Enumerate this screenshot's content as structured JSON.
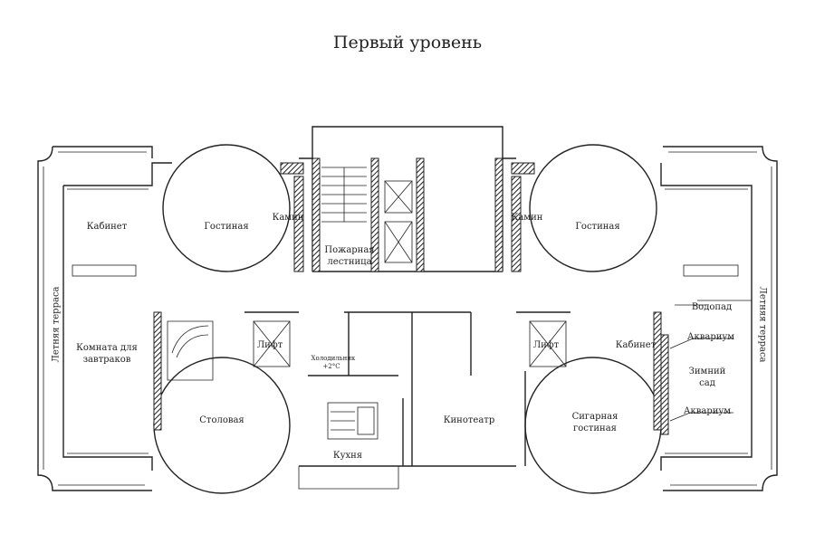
{
  "title": "Первый уровень",
  "rooms": {
    "study_left": "Кабинет",
    "living_left": "Гостиная",
    "fireplace_left": "Камин",
    "fire_stairs": "Пожарная лестница",
    "fireplace_right": "Камин",
    "living_right": "Гостиная",
    "terrace_left": "Летняя терраса",
    "terrace_right": "Летняя терраса",
    "breakfast_room": "Комната для завтраков",
    "lift_left": "Лифт",
    "fridge": "Холодильник +2°С",
    "lift_right": "Лифт",
    "study_right": "Кабинет",
    "waterfall": "Водопад",
    "aquarium_top": "Аквариум",
    "winter_garden": "Зимний сад",
    "aquarium_bottom": "Аквариум",
    "dining": "Столовая",
    "kitchen": "Кухня",
    "cinema": "Кинотеатр",
    "cigar_lounge": "Сигарная гостиная"
  }
}
